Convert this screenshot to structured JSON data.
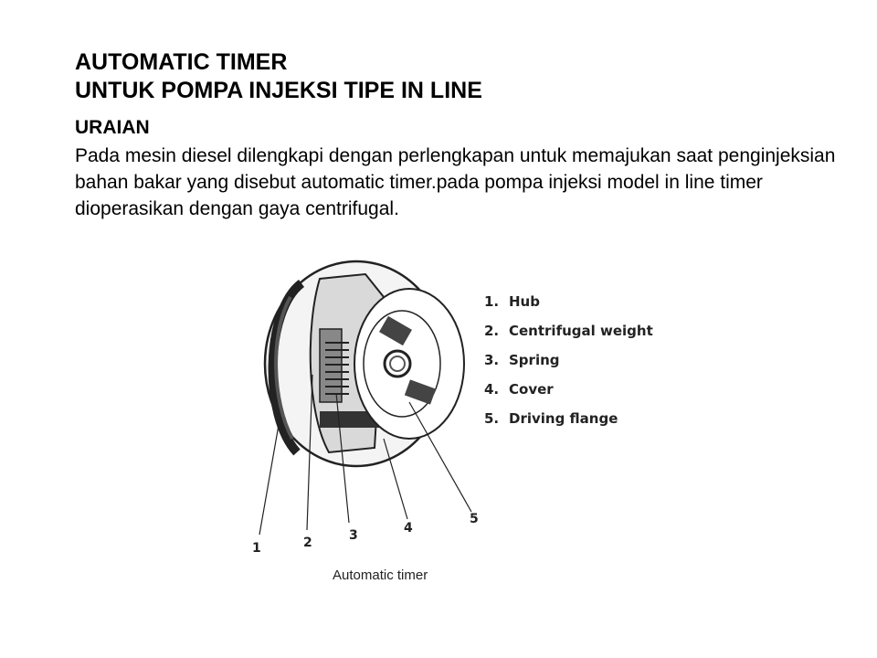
{
  "title": {
    "line1": "AUTOMATIC TIMER",
    "line2": "UNTUK POMPA INJEKSI TIPE IN LINE"
  },
  "section": {
    "heading": "URAIAN",
    "paragraph": "Pada mesin diesel dilengkapi dengan perlengkapan untuk memajukan saat penginjeksian bahan bakar yang disebut automatic timer.pada pompa injeksi model in line timer dioperasikan dengan gaya centrifugal."
  },
  "figure": {
    "callouts": [
      "1",
      "2",
      "3",
      "4",
      "5"
    ],
    "legend": [
      {
        "number": "1.",
        "label": "Hub"
      },
      {
        "number": "2.",
        "label": "Centrifugal weight"
      },
      {
        "number": "3.",
        "label": "Spring"
      },
      {
        "number": "4.",
        "label": "Cover"
      },
      {
        "number": "5.",
        "label": "Driving flange"
      }
    ],
    "caption": "Automatic timer"
  }
}
